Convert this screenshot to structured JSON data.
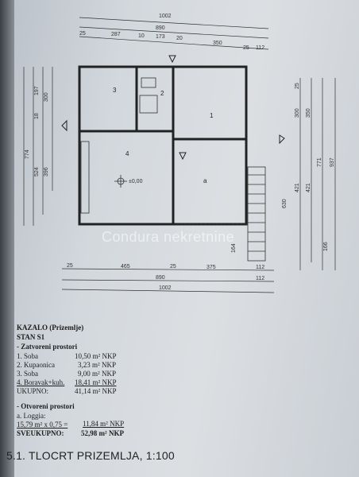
{
  "plan": {
    "dims_top_row1": "1002",
    "dims_top_row2": "890",
    "dims_top_row3": [
      "25",
      "287",
      "10",
      "173",
      "20",
      "350",
      "25",
      "112"
    ],
    "dims_left": [
      "774",
      "524",
      "396",
      "197",
      "300",
      "18"
    ],
    "dims_right": [
      "300",
      "350",
      "421",
      "421",
      "630",
      "771",
      "937",
      "166",
      "164",
      "25"
    ],
    "dims_bottom_row1": [
      "25",
      "465",
      "25",
      "375",
      "112"
    ],
    "dims_bottom_row2": [
      "890",
      "112"
    ],
    "dims_bottom_row3": "1002",
    "room_labels": [
      "3",
      "2",
      "1",
      "4",
      "a"
    ],
    "level_marker": "±0,00"
  },
  "watermark": "Condura nekretnine",
  "legend": {
    "title": "KAZALO (Prizemlje)",
    "unit": "STAN S1",
    "closed_heading": "- Zatvoreni prostori",
    "closed_rooms": [
      {
        "name": "1. Soba",
        "area": "10,50 m² NKP"
      },
      {
        "name": "2. Kupaonica",
        "area": "3,23 m² NKP"
      },
      {
        "name": "3. Soba",
        "area": "9,00 m² NKP"
      },
      {
        "name": "4. Boravak+kuh.",
        "area": "18,41 m² NKP"
      }
    ],
    "closed_total_label": "UKUPNO:",
    "closed_total": "41,14 m² NKP",
    "open_heading": "- Otvoreni prostori",
    "open_item": "a. Loggia:",
    "open_calc": "15,79 m² x 0,75 =",
    "open_area": "11,84 m² NKP",
    "grand_total_label": "SVEUKUPNO:",
    "grand_total": "52,98 m² NKP"
  },
  "caption": "5.1. TLOCRT PRIZEMLJA, 1:100"
}
